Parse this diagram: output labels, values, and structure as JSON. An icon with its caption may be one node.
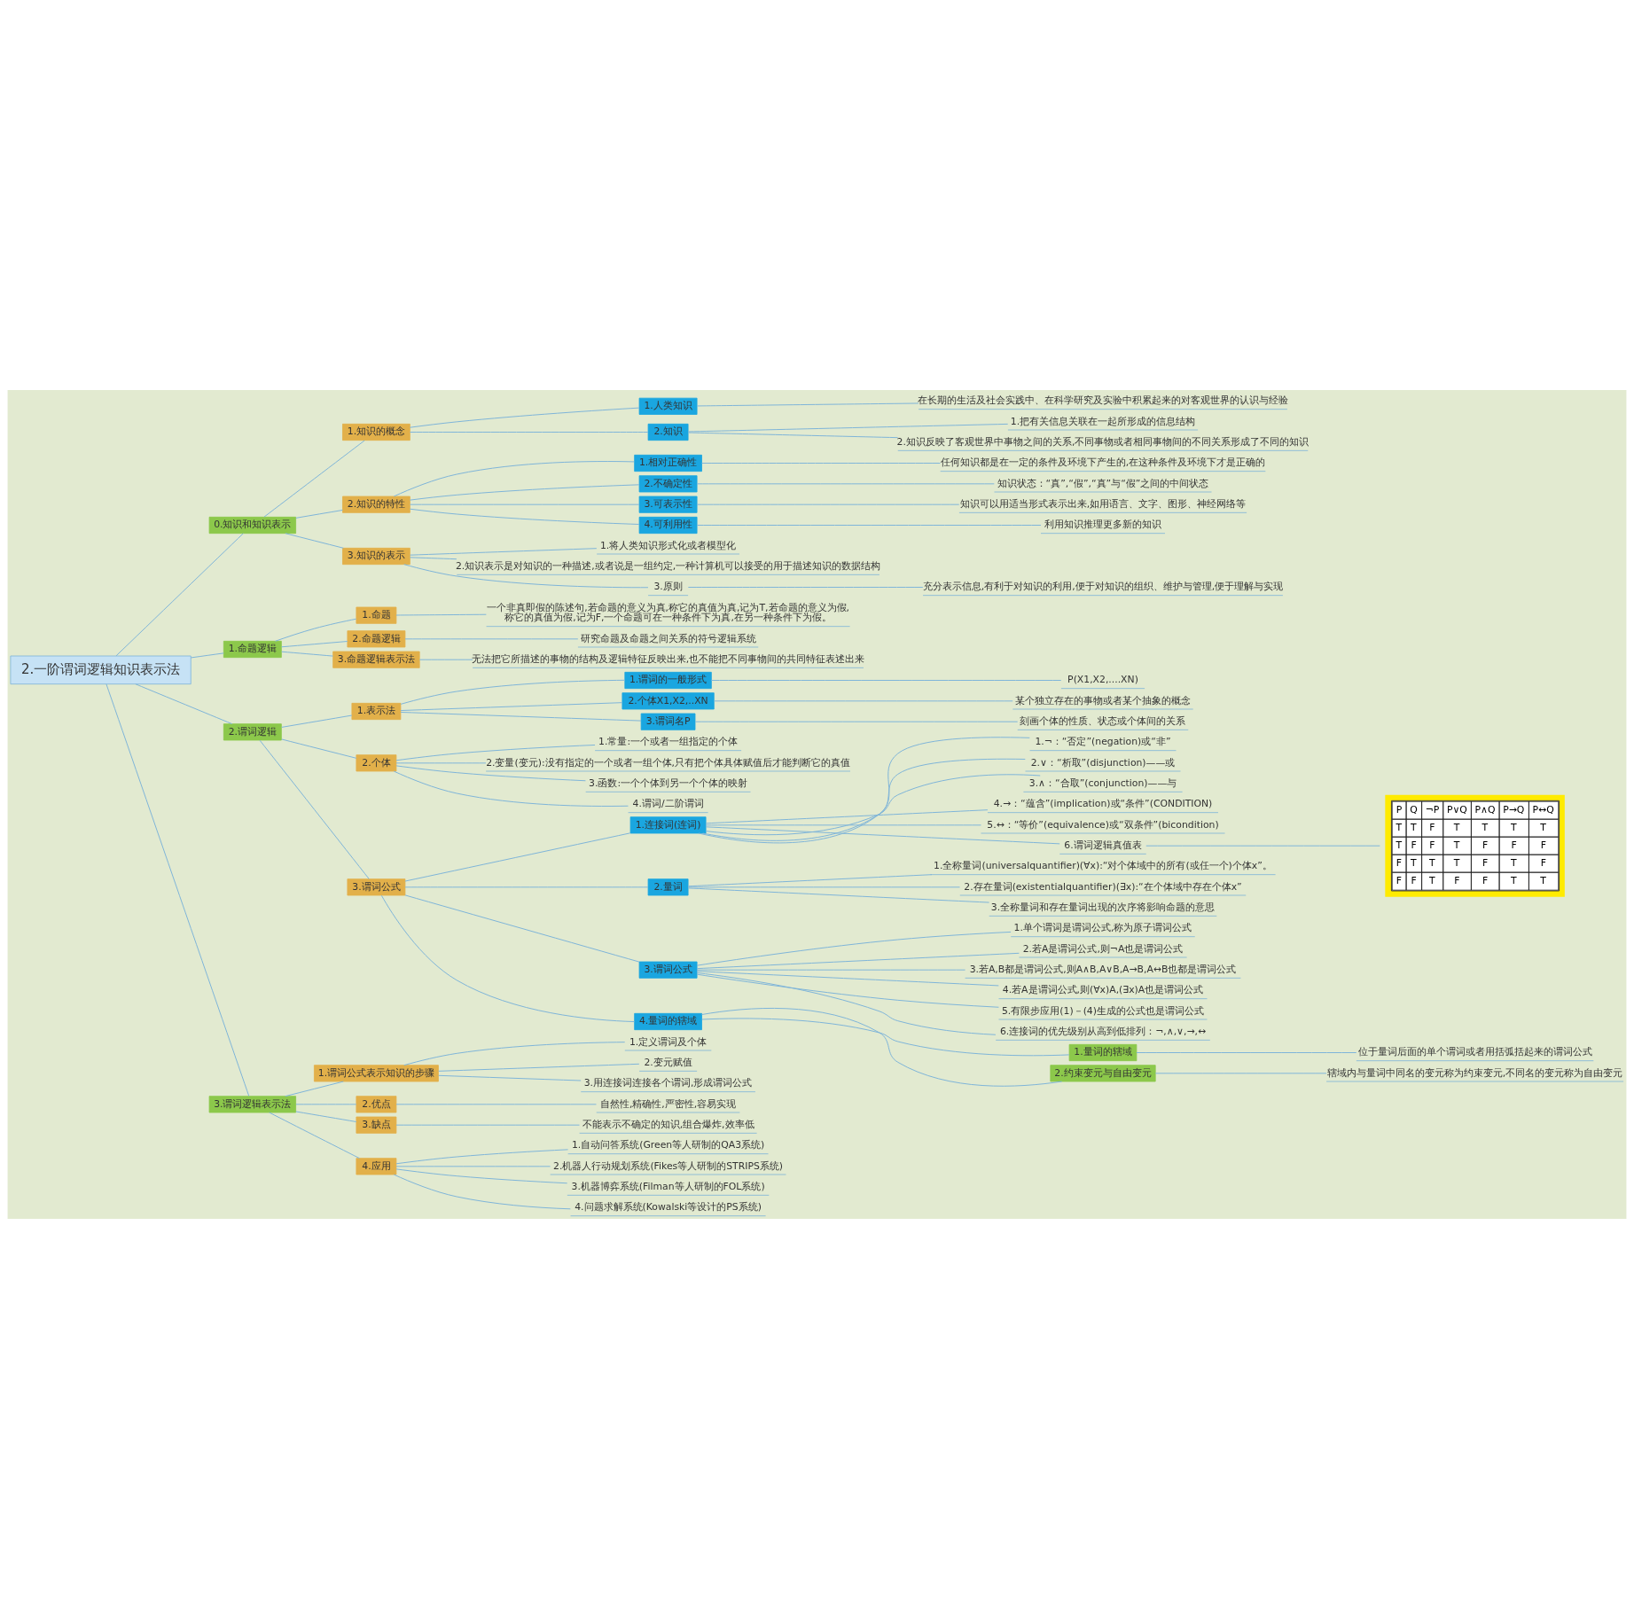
{
  "diagram": {
    "nodes": [
      {
        "text": [
          "2.一阶谓词逻辑知识表示法"
        ]
      },
      {
        "text": [
          "0.知识和知识表示"
        ]
      },
      {
        "text": [
          "1.知识的概念"
        ]
      },
      {
        "text": [
          "1.人类知识"
        ]
      },
      {
        "text": [
          "在长期的生活及社会实践中、在科学研究及实验中积累起来的对客观世界的认识与经验"
        ]
      },
      {
        "text": [
          "2.知识"
        ]
      },
      {
        "text": [
          "1.把有关信息关联在一起所形成的信息结构"
        ]
      },
      {
        "text": [
          "2.知识反映了客观世界中事物之间的关系,不同事物或者相同事物间的不同关系形成了不同的知识"
        ]
      },
      {
        "text": [
          "2.知识的特性"
        ]
      },
      {
        "text": [
          "1.相对正确性"
        ]
      },
      {
        "text": [
          "任何知识都是在一定的条件及环境下产生的,在这种条件及环境下才是正确的"
        ]
      },
      {
        "text": [
          "2.不确定性"
        ]
      },
      {
        "text": [
          "知识状态：“真”,“假”,“真”与“假”之间的中间状态"
        ]
      },
      {
        "text": [
          "3.可表示性"
        ]
      },
      {
        "text": [
          "知识可以用适当形式表示出来,如用语言、文字、图形、神经网络等"
        ]
      },
      {
        "text": [
          "4.可利用性"
        ]
      },
      {
        "text": [
          "利用知识推理更多新的知识"
        ]
      },
      {
        "text": [
          "3.知识的表示"
        ]
      },
      {
        "text": [
          "1.将人类知识形式化或者模型化"
        ]
      },
      {
        "text": [
          "2.知识表示是对知识的一种描述,或者说是一组约定,一种计算机可以接受的用于描述知识的数据结构"
        ]
      },
      {
        "text": [
          "3.原则"
        ]
      },
      {
        "text": [
          "充分表示信息,有利于对知识的利用,便于对知识的组织、维护与管理,便于理解与实现"
        ]
      },
      {
        "text": [
          "1.命题逻辑"
        ]
      },
      {
        "text": [
          "1.命题"
        ]
      },
      {
        "text": [
          "一个非真即假的陈述句,若命题的意义为真,称它的真值为真,记为T,若命题的意义为假,称它的真值为假,记为F,一个命题可在一种条件下为真,在另一种条件下为假。"
        ]
      },
      {
        "text": [
          "2.命题逻辑"
        ]
      },
      {
        "text": [
          "研究命题及命题之间关系的符号逻辑系统"
        ]
      },
      {
        "text": [
          "3.命题逻辑表示法"
        ]
      },
      {
        "text": [
          "无法把它所描述的事物的结构及逻辑特征反映出来,也不能把不同事物间的共同特征表述出来"
        ]
      },
      {
        "text": [
          "2.谓词逻辑"
        ]
      },
      {
        "text": [
          "1.表示法"
        ]
      },
      {
        "text": [
          "1.谓词的一般形式"
        ]
      },
      {
        "text": [
          "P(X1,X2,....XN)"
        ]
      },
      {
        "text": [
          "2.个体X1,X2,..XN"
        ]
      },
      {
        "text": [
          "某个独立存在的事物或者某个抽象的概念"
        ]
      },
      {
        "text": [
          "3.谓词名P"
        ]
      },
      {
        "text": [
          "刻画个体的性质、状态或个体间的关系"
        ]
      },
      {
        "text": [
          "2.个体"
        ]
      },
      {
        "text": [
          "1.常量:一个或者一组指定的个体"
        ]
      },
      {
        "text": [
          "2.变量(变元):没有指定的一个或者一组个体,只有把个体具体赋值后才能判断它的真值"
        ]
      },
      {
        "text": [
          "3.函数:一个个体到另一个个体的映射"
        ]
      },
      {
        "text": [
          "4.谓词/二阶谓词"
        ]
      },
      {
        "text": [
          "3.谓词公式"
        ]
      },
      {
        "text": [
          "1.连接词(连词)"
        ]
      },
      {
        "text": [
          "1.¬：“否定”(negation)或“非”"
        ]
      },
      {
        "text": [
          "2.∨：“析取”(disjunction)——或"
        ]
      },
      {
        "text": [
          "3.∧：“合取”(conjunction)——与"
        ]
      },
      {
        "text": [
          "4.→：“蕴含”(implication)或“条件”(CONDITION)"
        ]
      },
      {
        "text": [
          "5.↔：“等价”(equivalence)或“双条件”(bicondition)"
        ]
      },
      {
        "text": [
          "6.谓词逻辑真值表"
        ]
      },
      {
        "text": [],
        "shape": "picture"
      },
      {
        "text": [
          "2.量词"
        ]
      },
      {
        "text": [
          "1.全称量词(universalquantifier)(∀x):“对个体域中的所有(或任一个)个体x”。"
        ]
      },
      {
        "text": [
          "2.存在量词(existentialquantifier)(∃x):“在个体域中存在个体x”"
        ]
      },
      {
        "text": [
          "3.全称量词和存在量词出现的次序将影响命题的意思"
        ]
      },
      {
        "text": [
          "3.谓词公式"
        ]
      },
      {
        "text": [
          "1.单个谓词是谓词公式,称为原子谓词公式"
        ]
      },
      {
        "text": [
          "2.若A是谓词公式,则¬A也是谓词公式"
        ]
      },
      {
        "text": [
          "3.若A,B都是谓词公式,则A∧B,A∨B,A→B,A↔B也都是谓词公式"
        ]
      },
      {
        "text": [
          "4.若A是谓词公式,则(∀x)A,(∃x)A也是谓词公式"
        ]
      },
      {
        "text": [
          "5.有限步应用(1)－(4)生成的公式也是谓词公式"
        ]
      },
      {
        "text": [
          "6.连接词的优先级别从高到低排列：¬,∧,∨,→,↔"
        ]
      },
      {
        "text": [
          "4.量词的辖域"
        ]
      },
      {
        "text": [
          "1.量词的辖域"
        ]
      },
      {
        "text": [
          "位于量词后面的单个谓词或者用括弧括起来的谓词公式"
        ]
      },
      {
        "text": [
          "2.约束变元与自由变元"
        ]
      },
      {
        "text": [
          "辖域内与量词中同名的变元称为约束变元,不同名的变元称为自由变元"
        ]
      },
      {
        "text": [
          "3.谓词逻辑表示法"
        ]
      },
      {
        "text": [
          "1.谓词公式表示知识的步骤"
        ]
      },
      {
        "text": [
          "1.定义谓词及个体"
        ]
      },
      {
        "text": [
          "2.变元赋值"
        ]
      },
      {
        "text": [
          "3.用连接词连接各个谓词,形成谓词公式"
        ]
      },
      {
        "text": [
          "2.优点"
        ]
      },
      {
        "text": [
          "自然性,精确性,严密性,容易实现"
        ]
      },
      {
        "text": [
          "3.缺点"
        ]
      },
      {
        "text": [
          "不能表示不确定的知识,组合爆炸,效率低"
        ]
      },
      {
        "text": [
          "4.应用"
        ]
      },
      {
        "text": [
          "1.自动问答系统(Green等人研制的QA3系统)"
        ]
      },
      {
        "text": [
          "2.机器人行动规划系统(Fikes等人研制的STRIPS系统)"
        ]
      },
      {
        "text": [
          "3.机器博弈系统(Filman等人研制的FOL系统)"
        ]
      },
      {
        "text": [
          "4.问题求解系统(Kowalski等设计的PS系统)"
        ]
      }
    ],
    "edges": [
      {
        "from": 0,
        "to": 1,
        "arrow": "none"
      },
      {
        "from": 1,
        "to": 2,
        "arrow": "none"
      },
      {
        "from": 2,
        "to": 3,
        "arrow": "none"
      },
      {
        "from": 3,
        "to": 4,
        "arrow": "none"
      },
      {
        "from": 2,
        "to": 5,
        "arrow": "none"
      },
      {
        "from": 5,
        "to": 6,
        "arrow": "none"
      },
      {
        "from": 5,
        "to": 7,
        "arrow": "none"
      },
      {
        "from": 1,
        "to": 8,
        "arrow": "none"
      },
      {
        "from": 8,
        "to": 9,
        "arrow": "none"
      },
      {
        "from": 9,
        "to": 10,
        "arrow": "none"
      },
      {
        "from": 8,
        "to": 11,
        "arrow": "none"
      },
      {
        "from": 11,
        "to": 12,
        "arrow": "none"
      },
      {
        "from": 8,
        "to": 13,
        "arrow": "none"
      },
      {
        "from": 13,
        "to": 14,
        "arrow": "none"
      },
      {
        "from": 8,
        "to": 15,
        "arrow": "none"
      },
      {
        "from": 15,
        "to": 16,
        "arrow": "none"
      },
      {
        "from": 1,
        "to": 17,
        "arrow": "none"
      },
      {
        "from": 17,
        "to": 18,
        "arrow": "none"
      },
      {
        "from": 17,
        "to": 19,
        "arrow": "none"
      },
      {
        "from": 17,
        "to": 20,
        "arrow": "none"
      },
      {
        "from": 20,
        "to": 21,
        "arrow": "none"
      },
      {
        "from": 0,
        "to": 22,
        "arrow": "none"
      },
      {
        "from": 22,
        "to": 23,
        "arrow": "none"
      },
      {
        "from": 23,
        "to": 24,
        "arrow": "none"
      },
      {
        "from": 22,
        "to": 25,
        "arrow": "none"
      },
      {
        "from": 25,
        "to": 26,
        "arrow": "none"
      },
      {
        "from": 22,
        "to": 27,
        "arrow": "none"
      },
      {
        "from": 27,
        "to": 28,
        "arrow": "none"
      },
      {
        "from": 0,
        "to": 29,
        "arrow": "none"
      },
      {
        "from": 29,
        "to": 30,
        "arrow": "none"
      },
      {
        "from": 30,
        "to": 31,
        "arrow": "none"
      },
      {
        "from": 31,
        "to": 32,
        "arrow": "none"
      },
      {
        "from": 30,
        "to": 33,
        "arrow": "none"
      },
      {
        "from": 33,
        "to": 34,
        "arrow": "none"
      },
      {
        "from": 30,
        "to": 35,
        "arrow": "none"
      },
      {
        "from": 35,
        "to": 36,
        "arrow": "none"
      },
      {
        "from": 29,
        "to": 37,
        "arrow": "none"
      },
      {
        "from": 37,
        "to": 38,
        "arrow": "none"
      },
      {
        "from": 37,
        "to": 39,
        "arrow": "none"
      },
      {
        "from": 37,
        "to": 40,
        "arrow": "none"
      },
      {
        "from": 37,
        "to": 41,
        "arrow": "none"
      },
      {
        "from": 29,
        "to": 42,
        "arrow": "none"
      },
      {
        "from": 42,
        "to": 43,
        "arrow": "none"
      },
      {
        "from": 43,
        "to": 44,
        "arrow": "none"
      },
      {
        "from": 43,
        "to": 45,
        "arrow": "none"
      },
      {
        "from": 43,
        "to": 46,
        "arrow": "none"
      },
      {
        "from": 43,
        "to": 47,
        "arrow": "none"
      },
      {
        "from": 43,
        "to": 48,
        "arrow": "none"
      },
      {
        "from": 43,
        "to": 49,
        "arrow": "none"
      },
      {
        "from": 49,
        "to": 50,
        "arrow": "none"
      },
      {
        "from": 42,
        "to": 51,
        "arrow": "none"
      },
      {
        "from": 51,
        "to": 52,
        "arrow": "none"
      },
      {
        "from": 51,
        "to": 53,
        "arrow": "none"
      },
      {
        "from": 51,
        "to": 54,
        "arrow": "none"
      },
      {
        "from": 42,
        "to": 55,
        "arrow": "none"
      },
      {
        "from": 55,
        "to": 56,
        "arrow": "none"
      },
      {
        "from": 55,
        "to": 57,
        "arrow": "none"
      },
      {
        "from": 55,
        "to": 58,
        "arrow": "none"
      },
      {
        "from": 55,
        "to": 59,
        "arrow": "none"
      },
      {
        "from": 55,
        "to": 60,
        "arrow": "none"
      },
      {
        "from": 55,
        "to": 61,
        "arrow": "none"
      },
      {
        "from": 42,
        "to": 62,
        "arrow": "none"
      },
      {
        "from": 62,
        "to": 63,
        "arrow": "none"
      },
      {
        "from": 63,
        "to": 64,
        "arrow": "none"
      },
      {
        "from": 62,
        "to": 65,
        "arrow": "none"
      },
      {
        "from": 65,
        "to": 66,
        "arrow": "none"
      },
      {
        "from": 0,
        "to": 67,
        "arrow": "none"
      },
      {
        "from": 67,
        "to": 68,
        "arrow": "none"
      },
      {
        "from": 68,
        "to": 69,
        "arrow": "none"
      },
      {
        "from": 68,
        "to": 70,
        "arrow": "none"
      },
      {
        "from": 68,
        "to": 71,
        "arrow": "none"
      },
      {
        "from": 67,
        "to": 72,
        "arrow": "none"
      },
      {
        "from": 72,
        "to": 73,
        "arrow": "none"
      },
      {
        "from": 67,
        "to": 74,
        "arrow": "none"
      },
      {
        "from": 74,
        "to": 75,
        "arrow": "none"
      },
      {
        "from": 67,
        "to": 76,
        "arrow": "none"
      },
      {
        "from": 76,
        "to": 77,
        "arrow": "none"
      },
      {
        "from": 76,
        "to": 78,
        "arrow": "none"
      },
      {
        "from": 76,
        "to": 79,
        "arrow": "none"
      },
      {
        "from": 76,
        "to": 80,
        "arrow": "none"
      }
    ],
    "labels": [
      "P",
      "Q",
      "¬P",
      "P∨Q",
      "P∧Q",
      "P→Q",
      "P↔Q",
      "T",
      "T",
      "F",
      "T",
      "T",
      "T",
      "T",
      "T",
      "F",
      "F",
      "T",
      "F",
      "F",
      "F",
      "F",
      "T",
      "T",
      "T",
      "F",
      "T",
      "F",
      "F",
      "F",
      "T",
      "F",
      "F",
      "T",
      "T"
    ]
  }
}
